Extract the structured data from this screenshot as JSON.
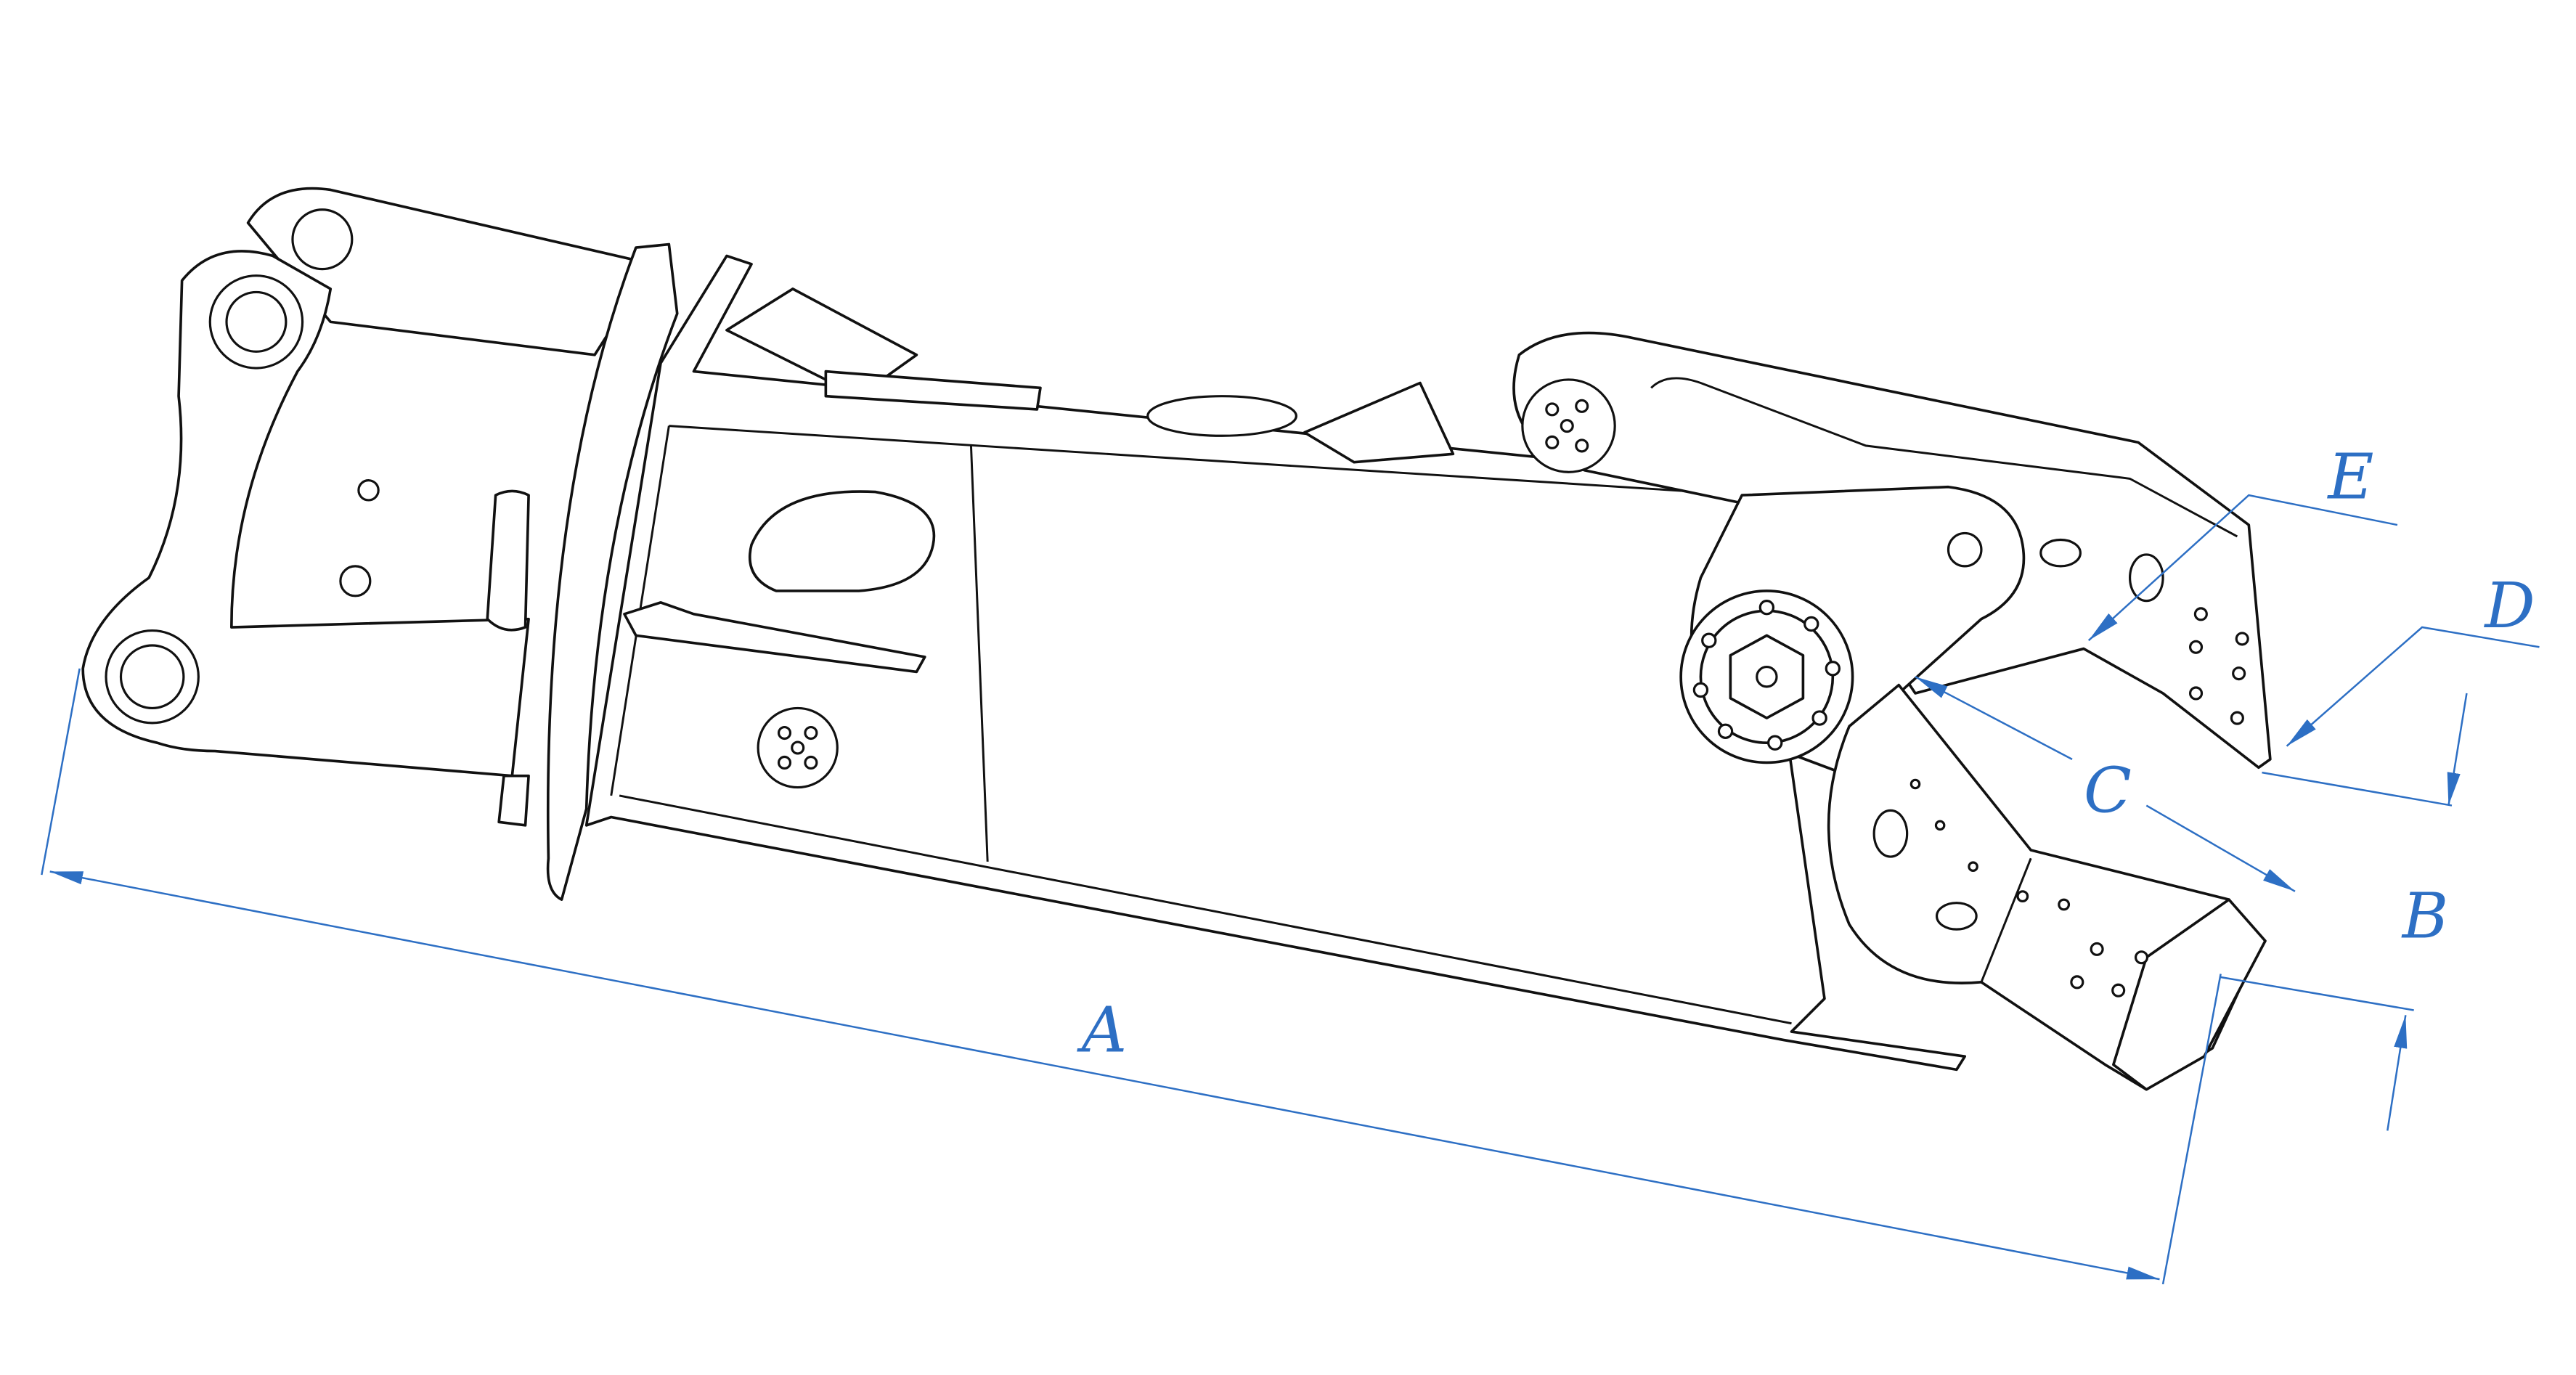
{
  "diagram": {
    "dimension_color": "#2d6fc4",
    "labels": {
      "A": "A",
      "B": "B",
      "C": "C",
      "D": "D",
      "E": "E"
    }
  }
}
